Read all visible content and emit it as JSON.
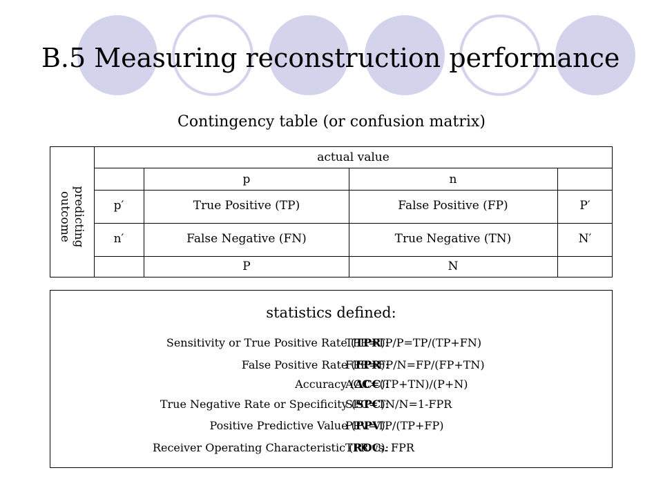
{
  "title": "B.5 Measuring reconstruction performance",
  "subtitle": "Contingency table (or confusion matrix)",
  "colors": {
    "circle_fill": "#d4d3ec",
    "circle_stroke": "#d4d3ec"
  },
  "table": {
    "header": "actual value",
    "side_label_line1": "predicting",
    "side_label_line2": "outcome",
    "col_p": "p",
    "col_n": "n",
    "rows": [
      {
        "label": "p′",
        "c1": "True  Positive   (TP)",
        "c2": "False Positive (FP)",
        "total": "P′"
      },
      {
        "label": "n′",
        "c1": "False Negative (FN)",
        "c2": "True Negative (TN)",
        "total": "N′"
      }
    ],
    "total_p": "P",
    "total_n": "N"
  },
  "stats": {
    "heading": "statistics defined:",
    "items": [
      {
        "label": "Sensitivity or True Positive Rate (",
        "abbr": "TPR",
        "close": "):",
        "def": "TPR=TP/P=TP/(TP+FN)"
      },
      {
        "label": "False Positive Rate (",
        "abbr": "FPR",
        "close": "):",
        "def": "FPR=FP/N=FP/(FP+TN)"
      },
      {
        "label": "Accuracy (",
        "abbr": "ACC",
        "close": "):",
        "def": "ACC=(TP+TN)/(P+N)"
      },
      {
        "label": "True Negative Rate or Specificity (",
        "abbr": "SPC",
        "close": "):",
        "def": "SPC=TN/N=1-FPR"
      },
      {
        "label": "Positive Predictive Value (",
        "abbr": "PPV",
        "close": "):",
        "def": "PPV=TP/(TP+FP)"
      },
      {
        "label": "Receiver Operating Characteristic (",
        "abbr": "ROC",
        "close": "):",
        "def": "TPR vs. FPR"
      }
    ]
  }
}
